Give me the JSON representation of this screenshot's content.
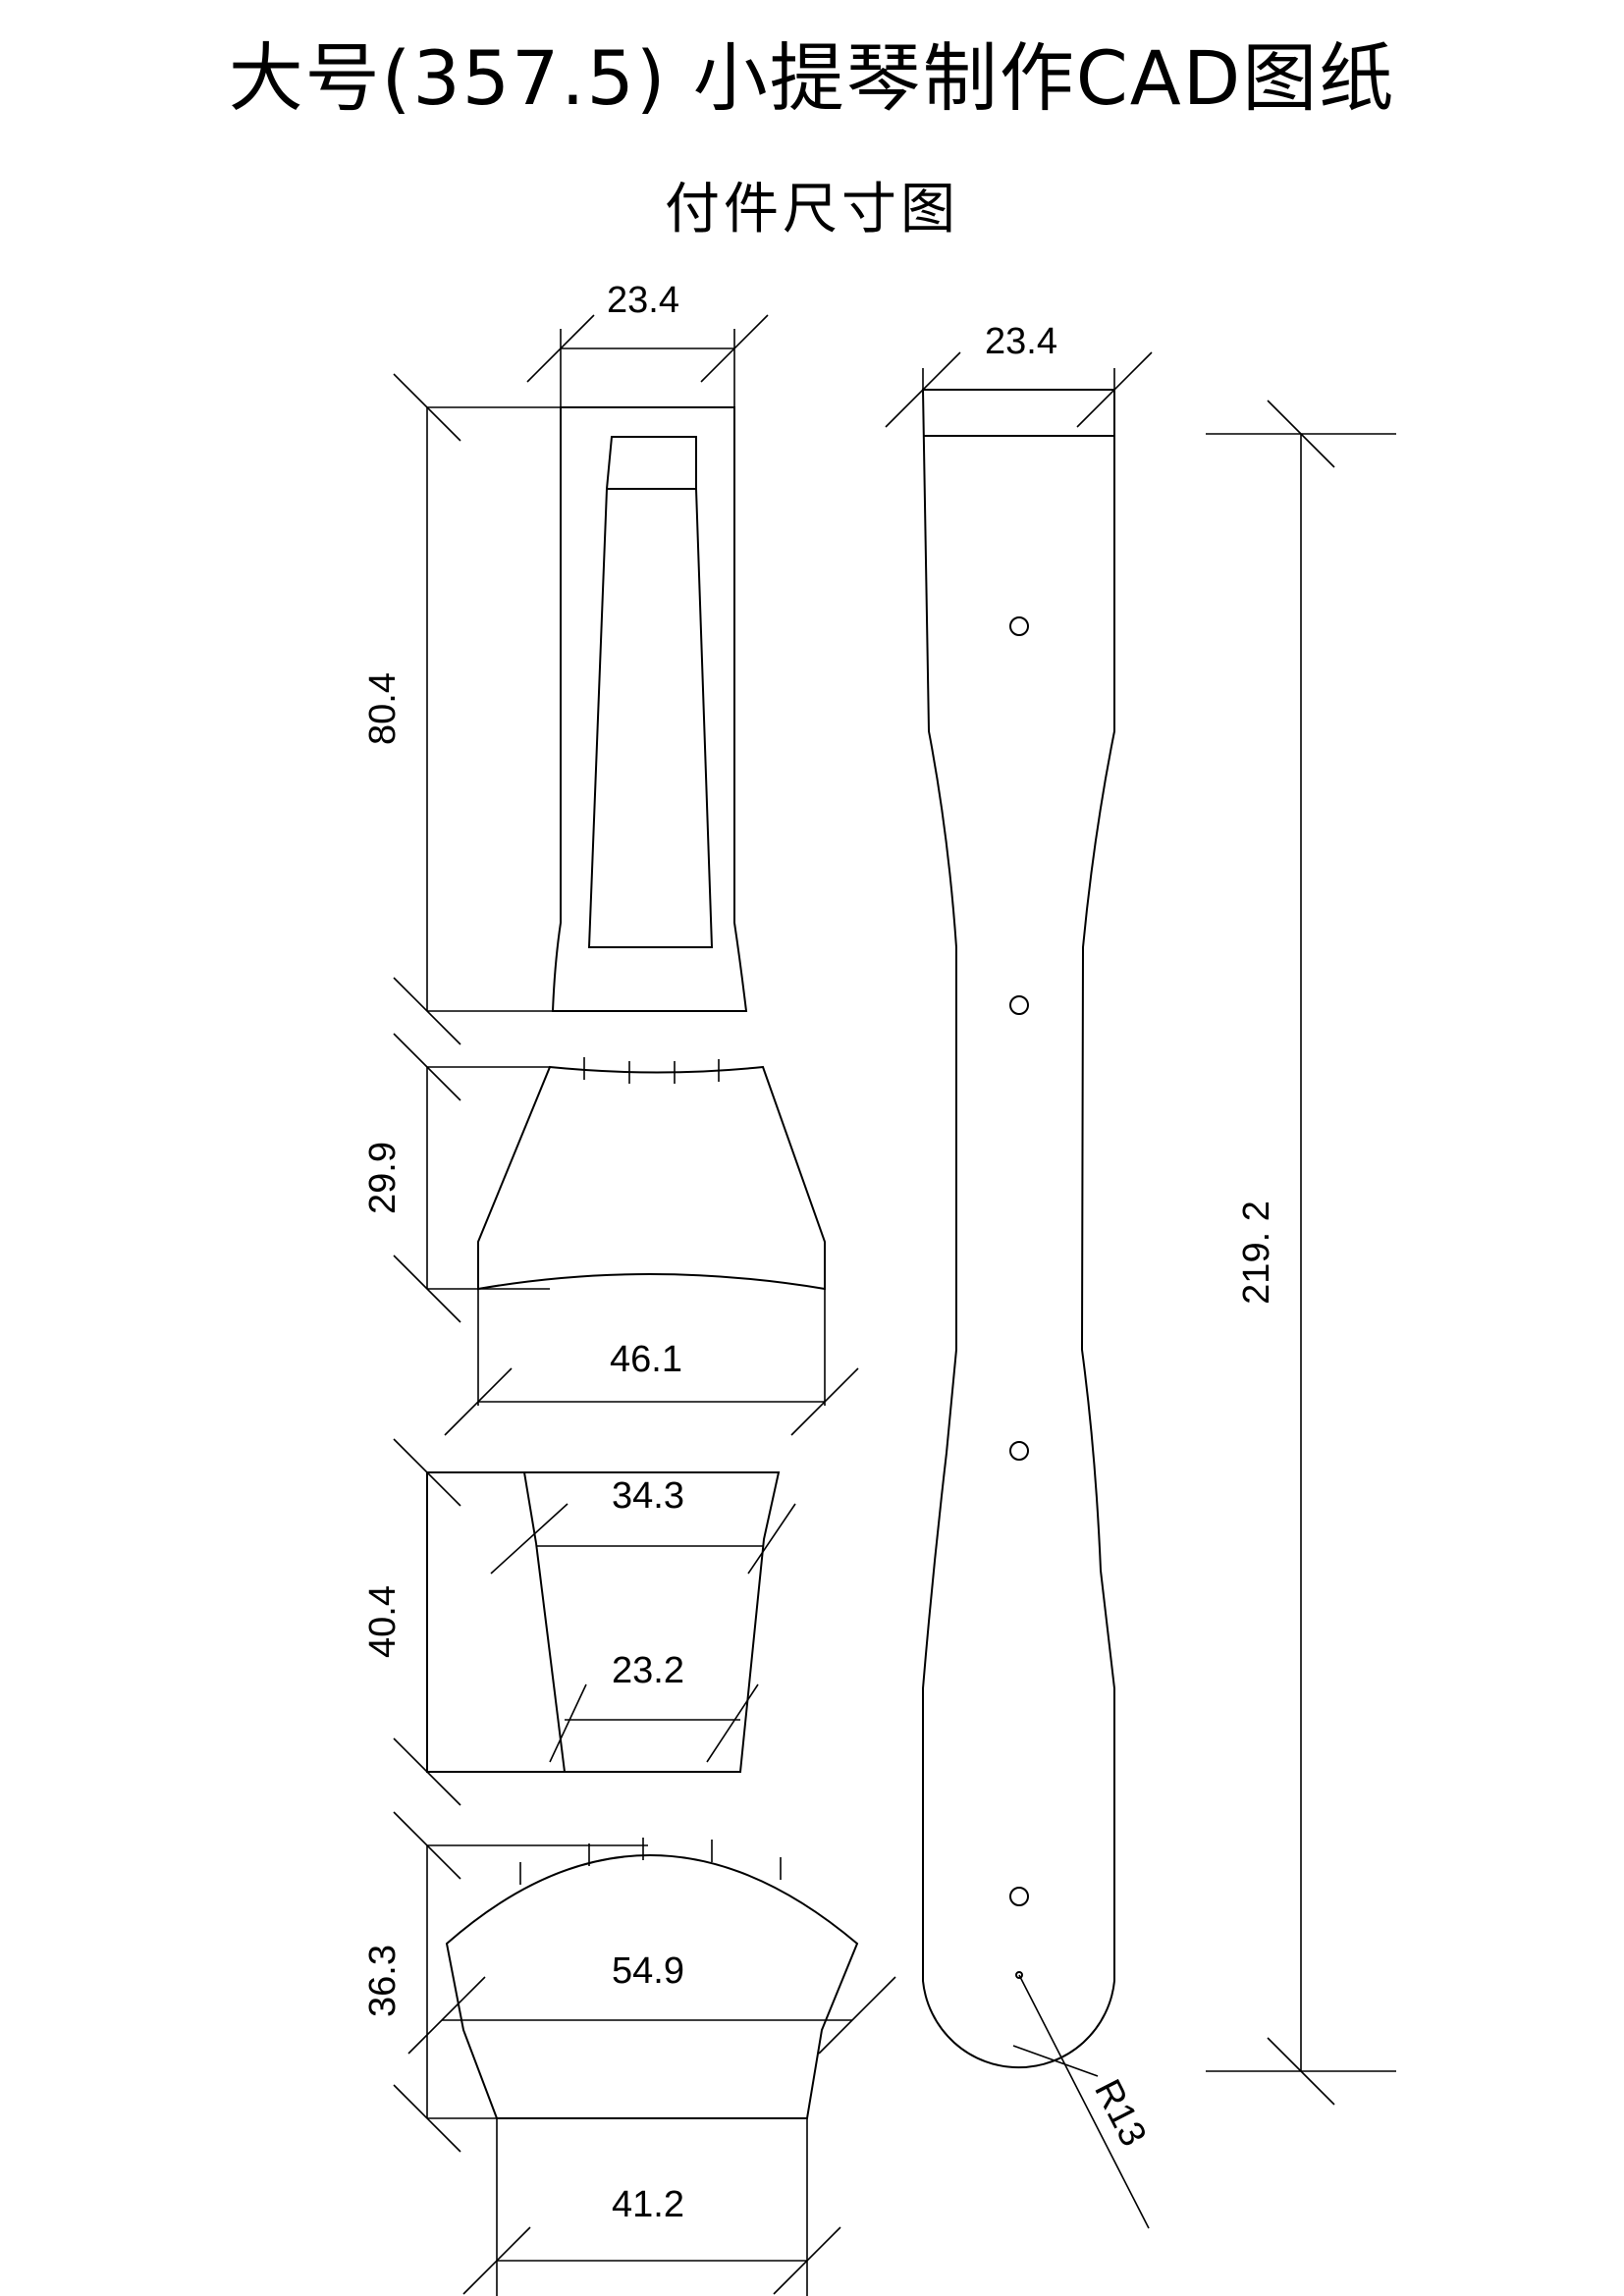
{
  "header": {
    "title": "大号(357.5) 小提琴制作CAD图纸",
    "subtitle": "付件尺寸图"
  },
  "dimensions": {
    "top_block_width": "23.4",
    "top_block_height": "80.4",
    "block2_height": "29.9",
    "block2_width": "46.1",
    "block3_height": "40.4",
    "block3_top_width": "34.3",
    "block3_bottom_width": "23.2",
    "block4_height": "36.3",
    "block4_top_width": "54.9",
    "block4_bottom_width": "41.2",
    "long_part_width": "23.4",
    "long_part_length": "219. 2",
    "radius": "R13"
  }
}
